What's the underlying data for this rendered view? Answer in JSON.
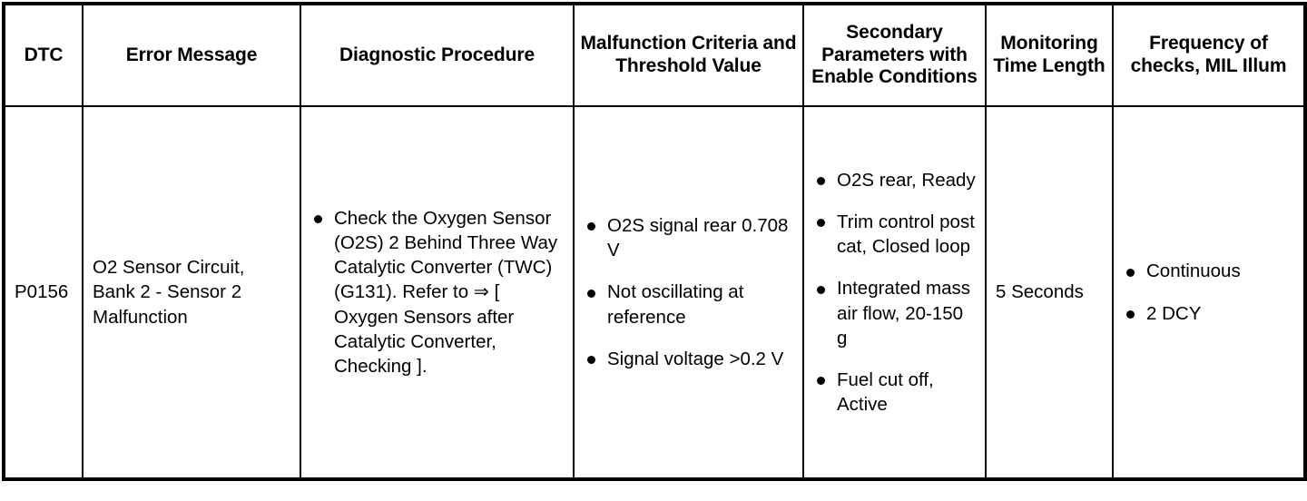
{
  "table": {
    "headers": [
      "DTC",
      "Error Message",
      "Diagnostic Procedure",
      "Malfunction Criteria and Threshold Value",
      "Secondary Parameters with Enable Conditions",
      "Monitoring Time Length",
      "Frequency of checks, MIL Illum"
    ],
    "rows": [
      {
        "dtc": "P0156",
        "error_message": "O2 Sensor Circuit,\nBank 2 - Sensor 2\nMalfunction",
        "diagnostic_procedure": [
          "Check the Oxygen Sensor (O2S) 2 Behind Three Way Catalytic Converter (TWC) (G131). Refer to ⇒ [ Oxygen Sensors after Catalytic Converter, Checking ]."
        ],
        "malfunction_criteria": [
          "O2S signal rear 0.708 V",
          "Not oscillating at reference",
          "Signal voltage >0.2 V"
        ],
        "secondary_parameters": [
          "O2S rear, Ready",
          "Trim control post cat, Closed loop",
          "Integrated mass air flow, 20-150 g",
          "Fuel cut off, Active"
        ],
        "monitoring_time_length": "5 Seconds",
        "frequency_of_checks": [
          "Continuous",
          "2 DCY"
        ]
      }
    ]
  },
  "colors": {
    "border": "#000000",
    "text": "#000000",
    "background": "#ffffff"
  }
}
